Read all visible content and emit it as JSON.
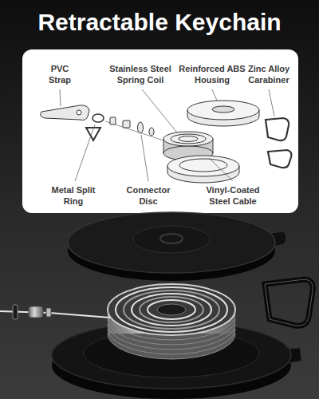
{
  "diagram": {
    "title": "Retractable Keychain",
    "labels": [
      "PVC Strap",
      "Stainless Steel Spring Coil",
      "Reinforced ABS Housing",
      "Zinc Alloy Carabiner",
      "Metal Split Ring",
      "Connector Disc",
      "Vinyl-Coated Steel Cable"
    ]
  }
}
